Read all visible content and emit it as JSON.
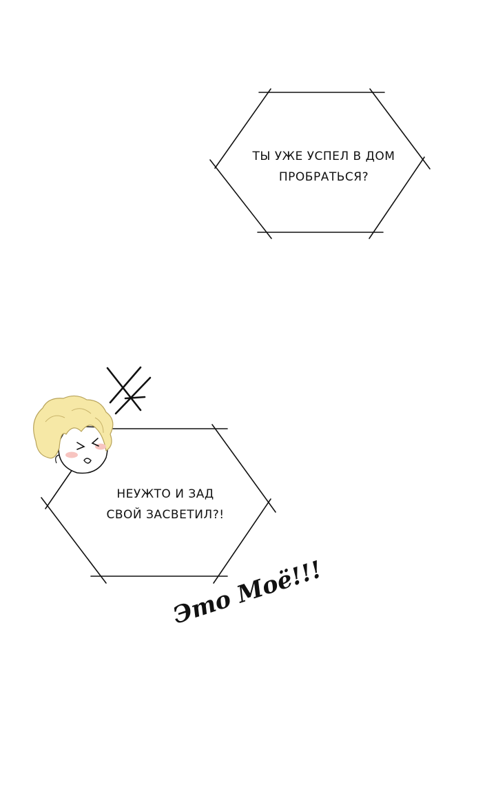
{
  "page": {
    "background": "#ffffff"
  },
  "bubbles": [
    {
      "lines": [
        "Ты уже успел в дом",
        "пробраться?"
      ]
    },
    {
      "lines": [
        "Неужто и зад",
        "свой засветил?!"
      ]
    }
  ],
  "sfx": {
    "text": "Это Моё!!!"
  },
  "character": {
    "hair_color": "#f6e8a6",
    "blush_color": "#f7c4c0"
  }
}
